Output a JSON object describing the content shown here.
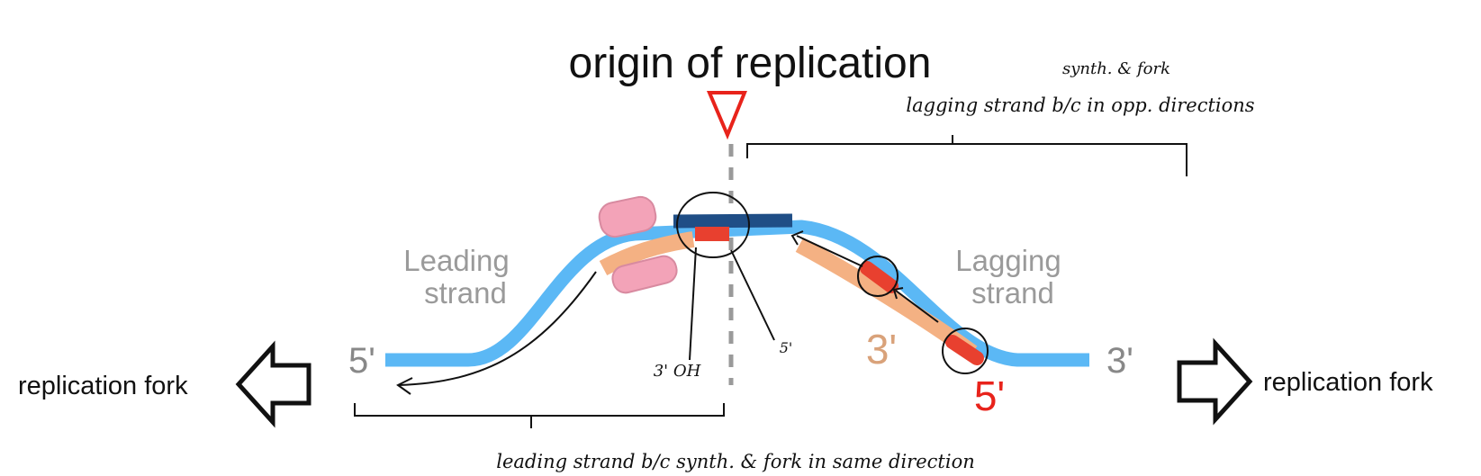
{
  "title": "origin of replication",
  "left_fork_label": "replication fork",
  "right_fork_label": "replication fork",
  "leading_strand_label": [
    "Leading",
    "strand"
  ],
  "lagging_strand_label": [
    "Lagging",
    "strand"
  ],
  "end_labels": {
    "left_5": "5'",
    "right_3": "3'",
    "lagging_3": "3'",
    "lagging_5": "5'"
  },
  "notes": {
    "three_prime_oh": "3' OH",
    "five_prime": "5'",
    "lagging_caption_top": "synth. & fork",
    "lagging_caption": "lagging strand b/c in opp. directions",
    "leading_caption": "leading strand b/c synth. & fork in same direction"
  },
  "colors": {
    "template_strand": "#5bb8f5",
    "dark_strand": "#1f4e86",
    "new_strand": "#f4b183",
    "primer": "#e8402f",
    "origin_marker": "#e8231b",
    "enzyme": "#f3a3b8",
    "faded_text": "#9a9a9a",
    "lagging_3_color": "#d9a27a",
    "lagging_5_color": "#e8231b"
  },
  "icons": [
    "origin-marker-icon",
    "left-arrow-icon",
    "right-arrow-icon",
    "enzyme-icon"
  ]
}
